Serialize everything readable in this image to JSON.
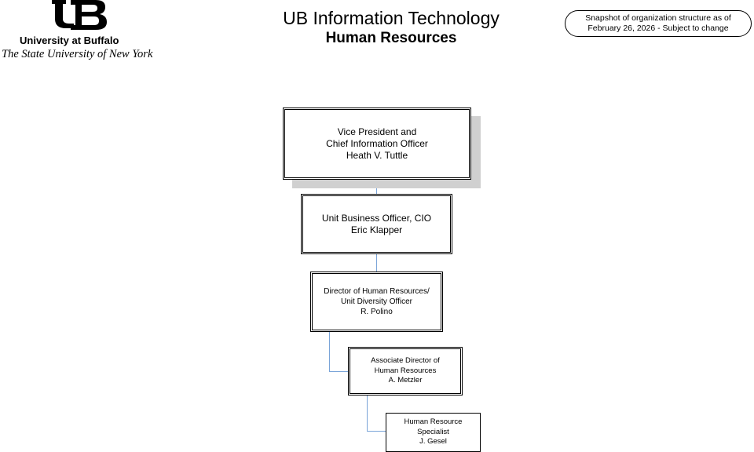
{
  "header": {
    "logo_name": "University at Buffalo",
    "logo_subtitle": "The State University of New York",
    "title": "UB Information Technology",
    "subtitle": "Human Resources",
    "snapshot_line1": "Snapshot of organization structure as of",
    "snapshot_line2": "February 26, 2026 - Subject to change"
  },
  "org": {
    "cio": {
      "line1": "Vice President and",
      "line2": "Chief Information Officer",
      "line3": "Heath V. Tuttle"
    },
    "ubo": {
      "line1": "Unit Business Officer, CIO",
      "line2": "Eric Klapper"
    },
    "hr_director": {
      "line1": "Director of Human Resources/",
      "line2": "Unit Diversity Officer",
      "line3": "R. Polino"
    },
    "assoc_director": {
      "line1": "Associate Director of",
      "line2": "Human Resources",
      "line3": "A. Metzler"
    },
    "specialist": {
      "line1": "Human Resource",
      "line2": "Specialist",
      "line3": "J. Gesel"
    }
  },
  "colors": {
    "connector": "#7aa4d8",
    "shadow": "#d0d0d0"
  }
}
